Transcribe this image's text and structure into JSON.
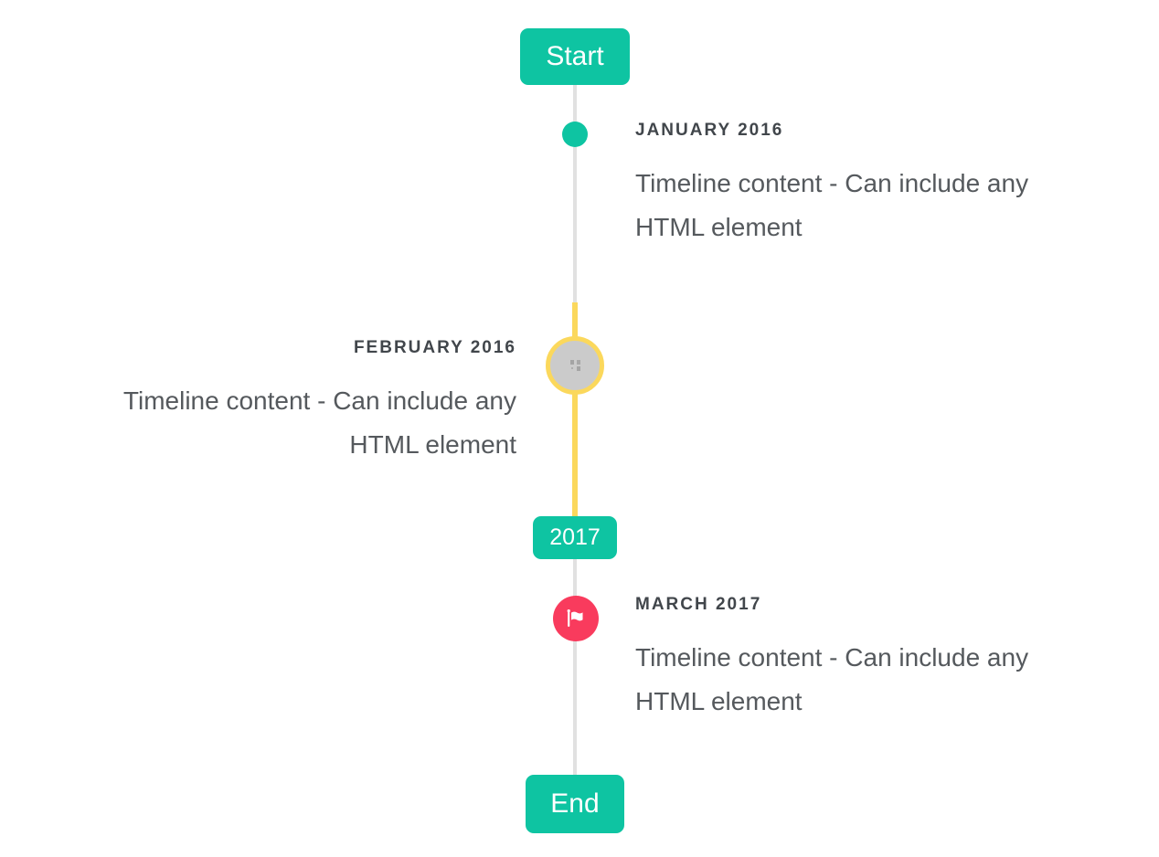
{
  "colors": {
    "accent_teal": "#0ec4a2",
    "highlight_yellow": "#fbd85c",
    "flag_red": "#f93b5d",
    "spine_gray": "#e1e1e1",
    "image_circle_gray": "#cbcbcb",
    "title_text": "#41464b",
    "body_text": "#55595d",
    "badge_text": "#ffffff"
  },
  "timeline": {
    "start_badge": "Start",
    "year_badge": "2017",
    "end_badge": "End",
    "entries": [
      {
        "id": "january-2016",
        "title": "JANUARY 2016",
        "side": "right",
        "marker": "teal-dot",
        "lines": [
          "Timeline content - Can include any",
          "HTML element"
        ]
      },
      {
        "id": "february-2016",
        "title": "FEBRUARY 2016",
        "side": "left",
        "marker": "gray-circle-yellow-ring-broken-image",
        "lines": [
          "Timeline content - Can include any",
          "HTML element"
        ]
      },
      {
        "id": "march-2017",
        "title": "MARCH 2017",
        "side": "right",
        "marker": "red-flag-circle",
        "lines": [
          "Timeline content - Can include any",
          "HTML element"
        ]
      }
    ]
  }
}
